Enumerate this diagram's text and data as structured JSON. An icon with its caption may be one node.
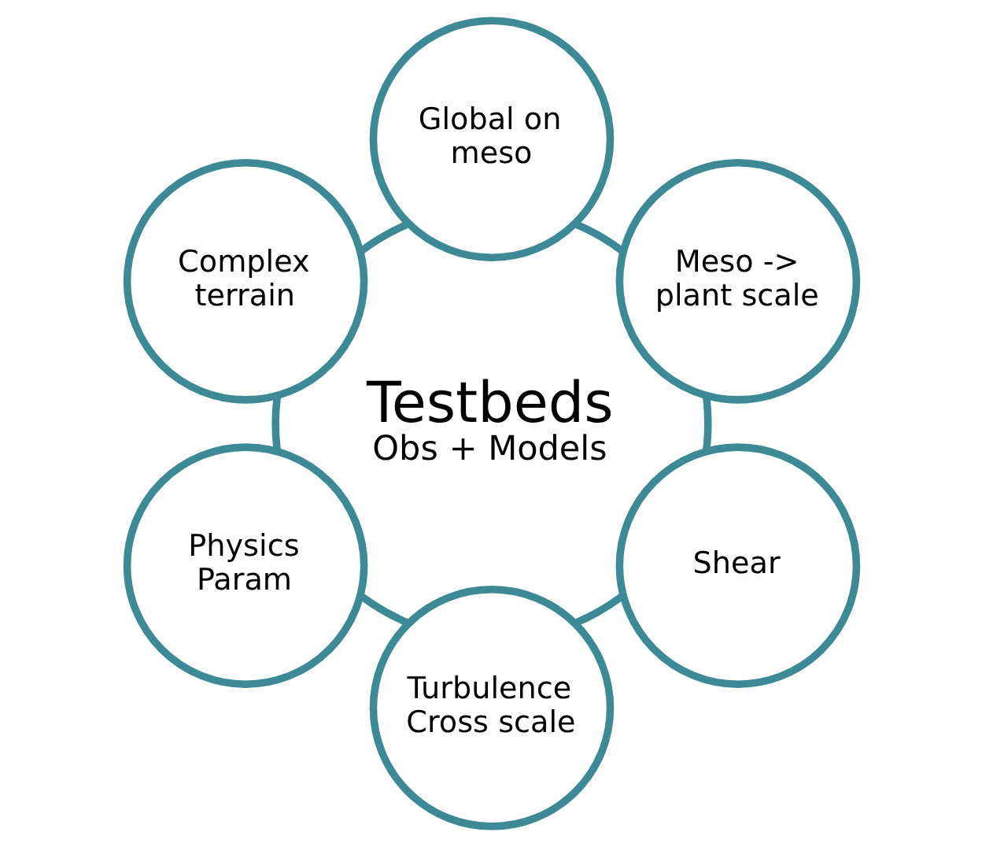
{
  "diagram": {
    "nodes": [
      {
        "text": [
          "Testbeds",
          "Obs + Models"
        ]
      },
      {
        "text": [
          "Meso -> plant scale"
        ]
      },
      {
        "text": [
          "Global on meso"
        ]
      },
      {
        "text": [
          "Complex terrain"
        ]
      },
      {
        "text": [
          "Physics Param"
        ]
      },
      {
        "text": [
          "Turbulence Cross scale"
        ]
      },
      {
        "text": [
          "Shear"
        ]
      }
    ],
    "edges": []
  }
}
